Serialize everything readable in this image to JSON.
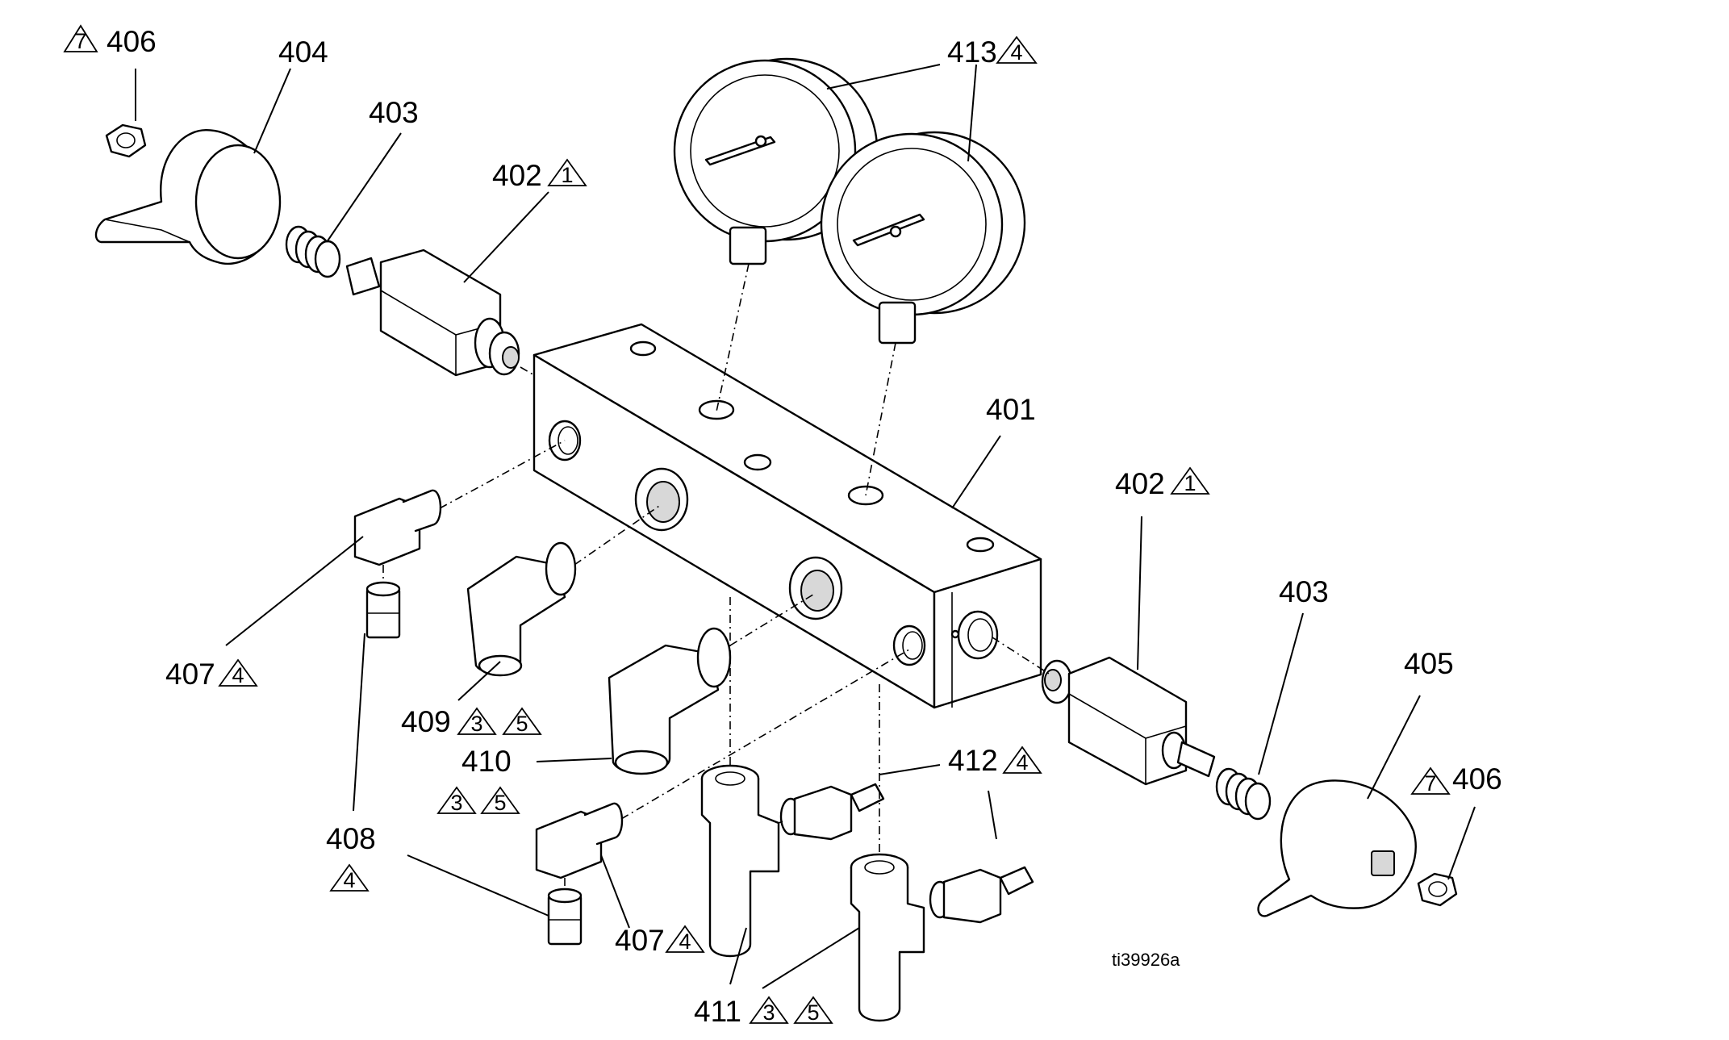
{
  "figure_id": "ti39926a",
  "callouts": [
    {
      "num": "406",
      "notes": [
        "7"
      ]
    },
    {
      "num": "404",
      "notes": []
    },
    {
      "num": "403",
      "notes": []
    },
    {
      "num": "402",
      "notes": [
        "1"
      ]
    },
    {
      "num": "413",
      "notes": [
        "4"
      ]
    },
    {
      "num": "401",
      "notes": []
    },
    {
      "num": "402",
      "notes": [
        "1"
      ]
    },
    {
      "num": "403",
      "notes": []
    },
    {
      "num": "405",
      "notes": []
    },
    {
      "num": "406",
      "notes": [
        "7"
      ]
    },
    {
      "num": "407",
      "notes": [
        "4"
      ]
    },
    {
      "num": "409",
      "notes": [
        "3",
        "5"
      ]
    },
    {
      "num": "410",
      "notes": [
        "3",
        "5"
      ]
    },
    {
      "num": "412",
      "notes": [
        "4"
      ]
    },
    {
      "num": "408",
      "notes": [
        "4"
      ]
    },
    {
      "num": "407",
      "notes": [
        "4"
      ]
    },
    {
      "num": "411",
      "notes": [
        "3",
        "5"
      ]
    }
  ]
}
